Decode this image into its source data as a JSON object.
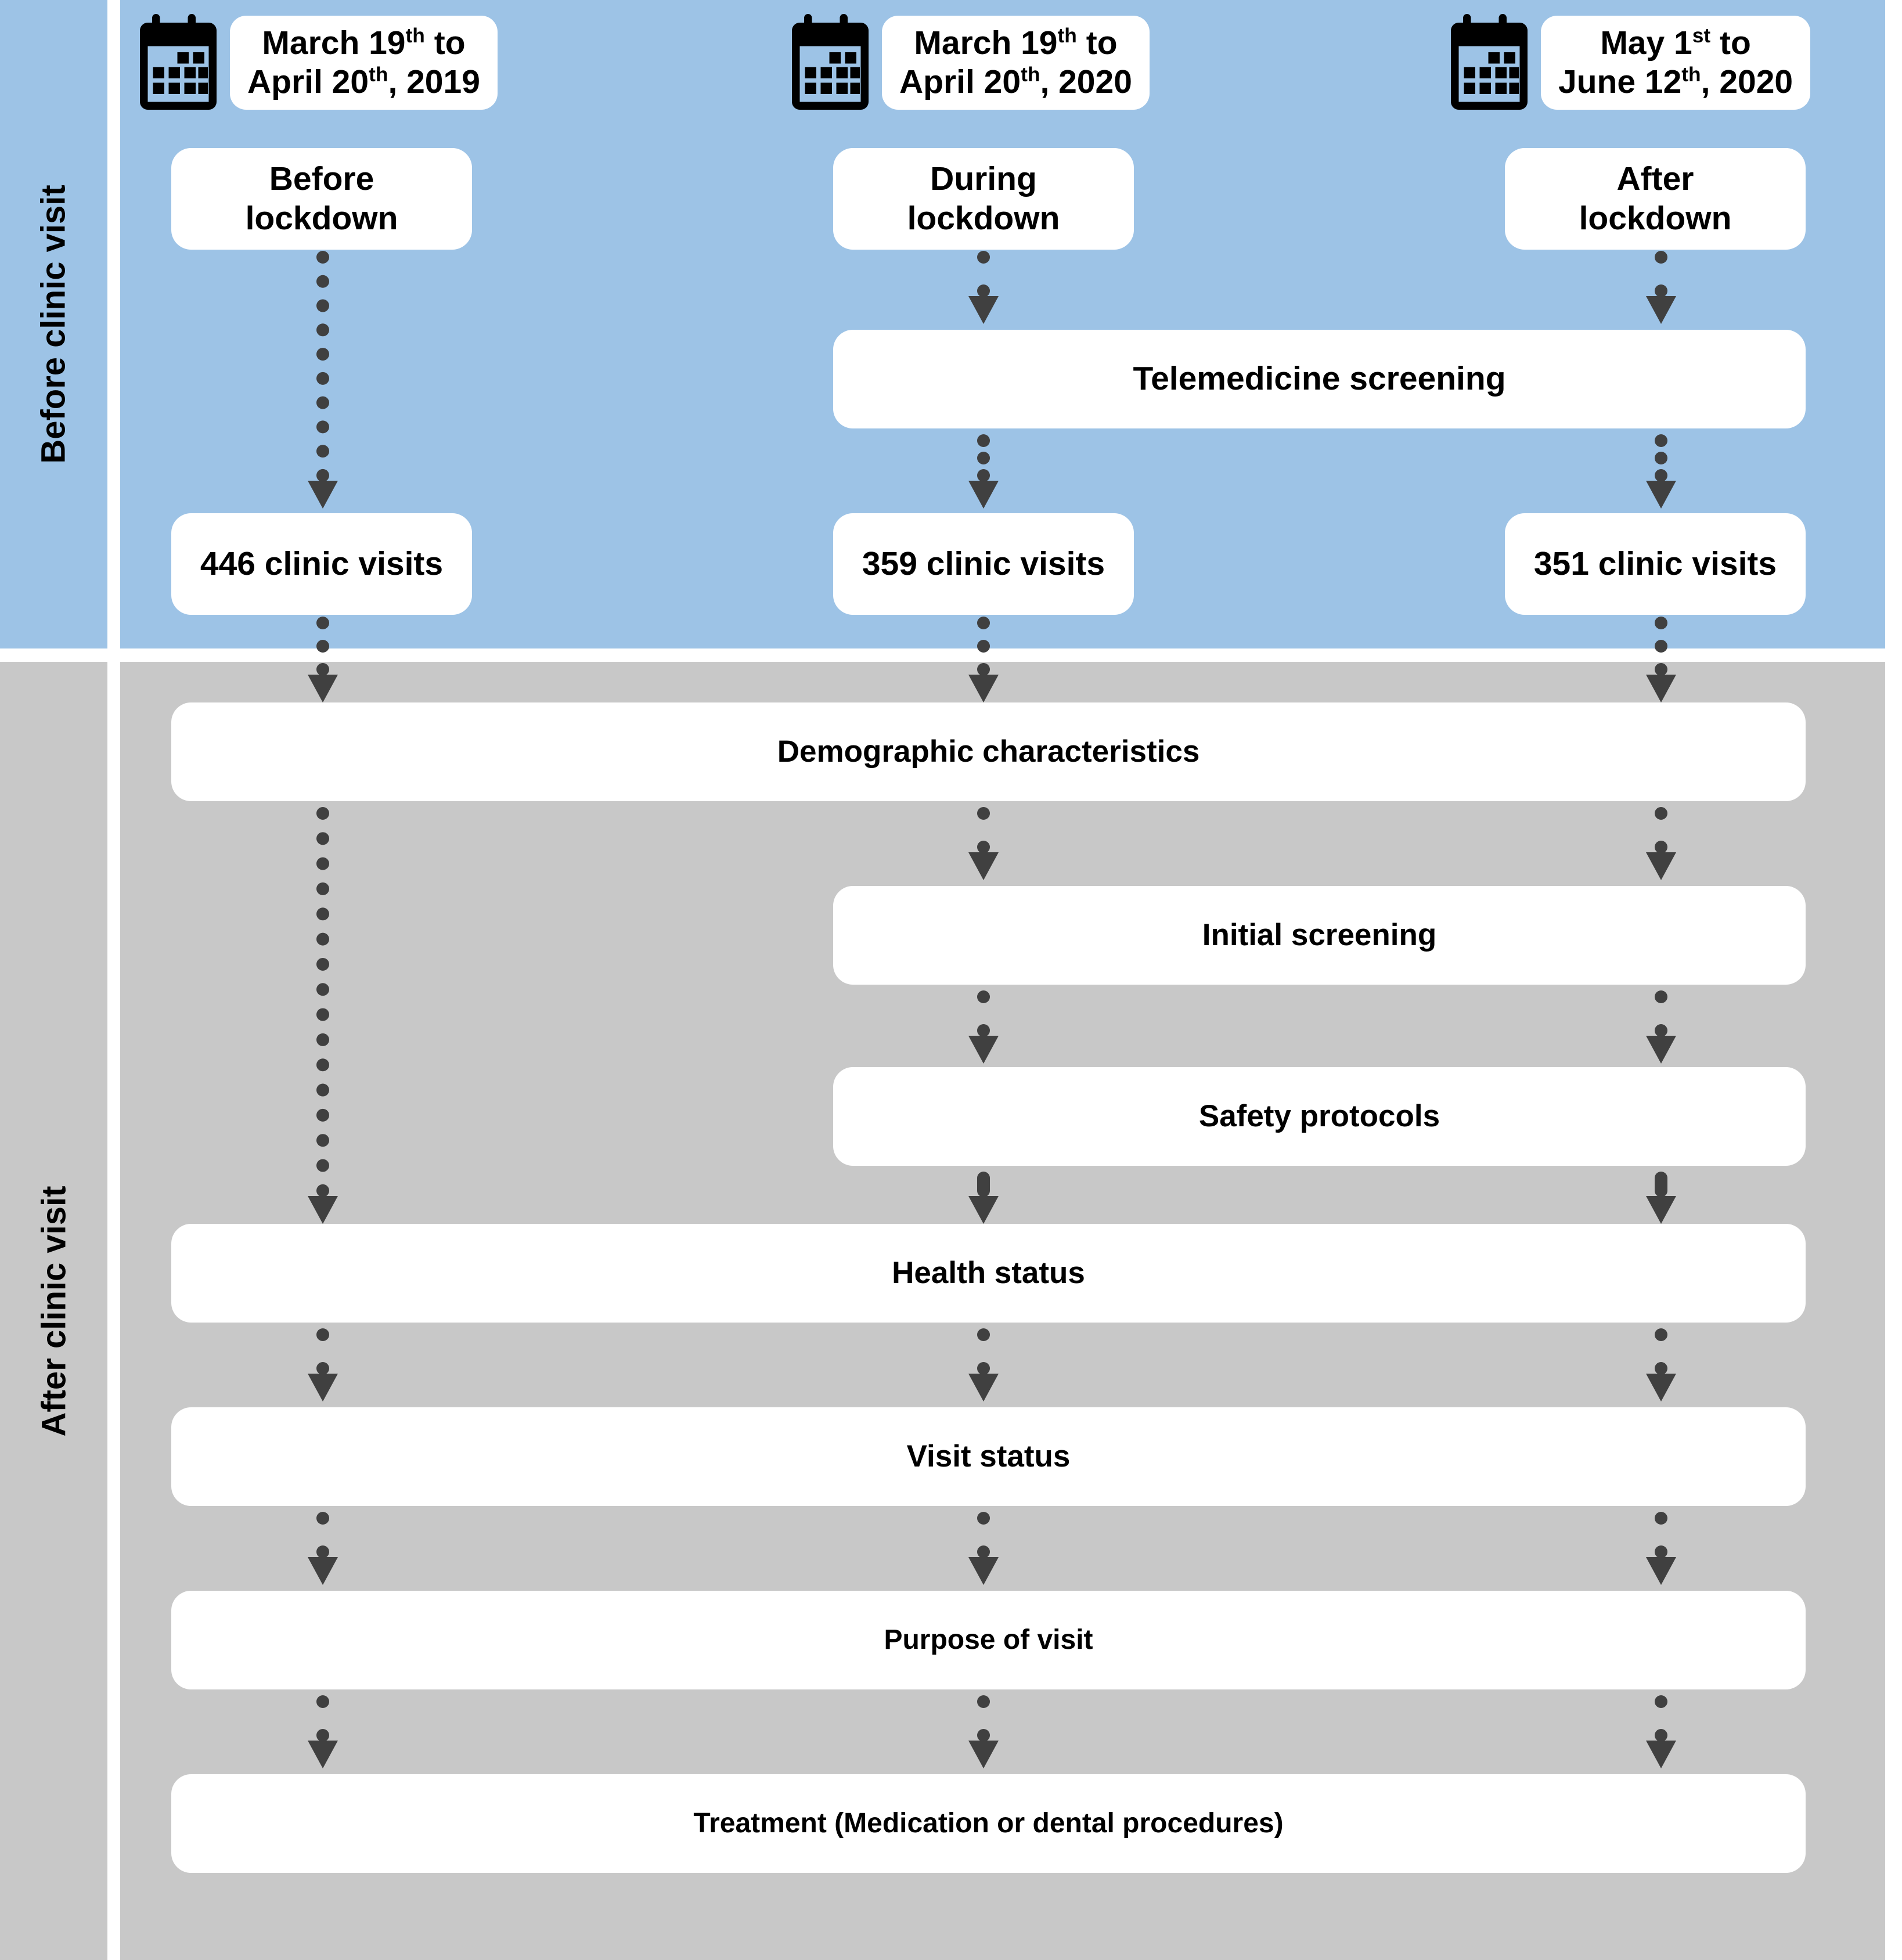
{
  "sections": {
    "before": {
      "label": "Before clinic visit",
      "bg_color": "#9DC3E6"
    },
    "after": {
      "label": "After clinic visit",
      "bg_color": "#C8C8C8"
    }
  },
  "columns": [
    {
      "id": "col-2019",
      "date_line1": "March 19",
      "date_sup1": "th",
      "date_line1_tail": " to",
      "date_line2": "April 20",
      "date_sup2": "th",
      "date_line2_tail": ", 2019",
      "phase": "Before\nlockdown",
      "phase_l1": "Before",
      "phase_l2": "lockdown",
      "visits": "446 clinic visits",
      "telemedicine": false
    },
    {
      "id": "col-2020-during",
      "date_line1": "March 19",
      "date_sup1": "th",
      "date_line1_tail": " to",
      "date_line2": "April 20",
      "date_sup2": "th",
      "date_line2_tail": ", 2020",
      "phase_l1": "During",
      "phase_l2": "lockdown",
      "visits": "359 clinic visits",
      "telemedicine": true
    },
    {
      "id": "col-2020-after",
      "date_line1": "May 1",
      "date_sup1": "st",
      "date_line1_tail": " to",
      "date_line2": "June 12",
      "date_sup2": "th",
      "date_line2_tail": ", 2020",
      "phase_l1": "After",
      "phase_l2": "lockdown",
      "visits": "351 clinic visits",
      "telemedicine": true
    }
  ],
  "telemedicine_box": {
    "label": "Telemedicine screening"
  },
  "stages": [
    {
      "id": "demographic",
      "label": "Demographic characteristics",
      "span": "full"
    },
    {
      "id": "initial-screening",
      "label": "Initial screening",
      "span": "partial"
    },
    {
      "id": "safety-protocols",
      "label": "Safety protocols",
      "span": "partial"
    },
    {
      "id": "health-status",
      "label": "Health status",
      "span": "full"
    },
    {
      "id": "visit-status",
      "label": "Visit status",
      "span": "full"
    },
    {
      "id": "purpose-of-visit",
      "label": "Purpose of visit",
      "span": "full"
    },
    {
      "id": "treatment",
      "label": "Treatment (Medication or dental procedures)",
      "span": "full"
    }
  ],
  "icons": {
    "calendar": "calendar-icon"
  },
  "colors": {
    "blue_panel": "#9DC3E6",
    "gray_panel": "#C8C8C8",
    "node_fill": "#FFFFFF",
    "arrow": "#404040",
    "text": "#000000"
  }
}
